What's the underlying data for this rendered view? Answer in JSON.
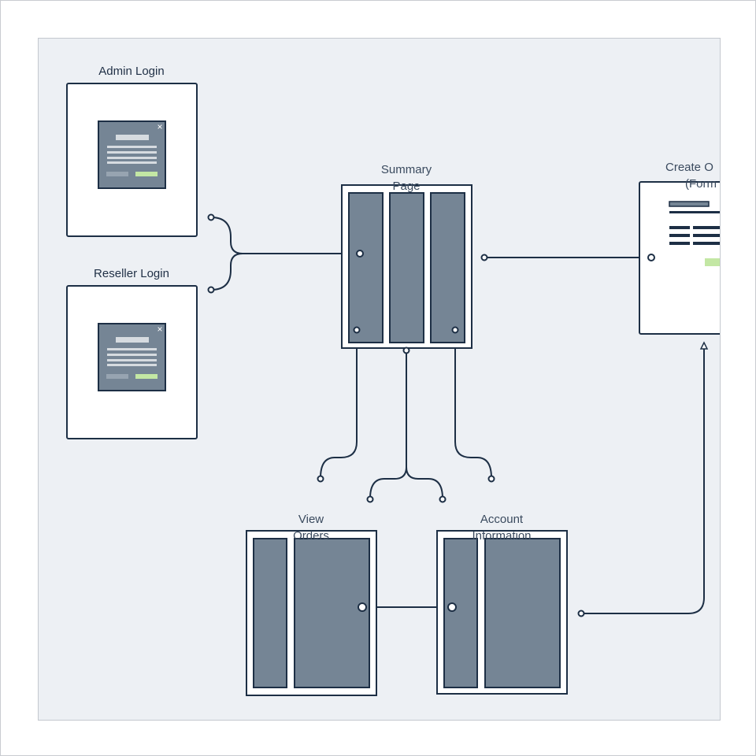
{
  "colors": {
    "canvas_bg": "#edf0f4",
    "stroke": "#1d2f45",
    "panel_fill": "#758595",
    "card_fill": "#ffffff",
    "dialog_bar": "#d6dbe0",
    "dialog_secondary": "#97a4b1",
    "accent_green": "#c3e7a4"
  },
  "nodes": {
    "admin_login": {
      "label": "Admin Login"
    },
    "reseller_login": {
      "label": "Reseller Login"
    },
    "summary_page": {
      "label_line1": "Summary",
      "label_line2": "Page"
    },
    "create_order": {
      "label_line1": "Create O",
      "label_line2": "(Form"
    },
    "view_orders": {
      "label_line1": "View",
      "label_line2": "Orders"
    },
    "account_information": {
      "label_line1": "Account",
      "label_line2": "Information"
    }
  },
  "icons": {
    "dialog_close": "×"
  }
}
